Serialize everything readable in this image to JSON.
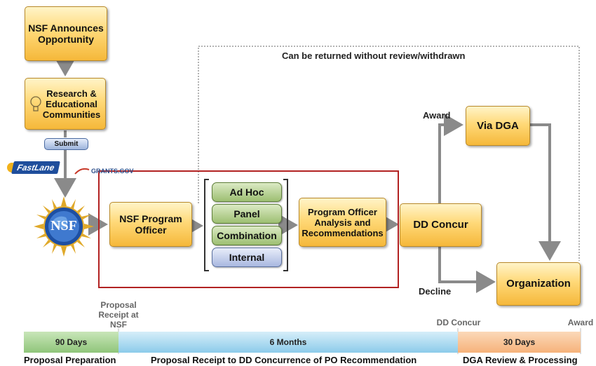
{
  "nodes": {
    "nsf_announces": "NSF Announces Opportunity",
    "research_communities": "Research & Educational Communities",
    "submit": "Submit",
    "fastlane": "FastLane",
    "grants_gov": "GRANTS.GOV",
    "nsf_logo_text": "NSF",
    "program_officer": "NSF Program Officer",
    "review_types": [
      "Ad Hoc",
      "Panel",
      "Combination",
      "Internal"
    ],
    "po_analysis": "Program Officer Analysis and Recommendations",
    "dd_concur": "DD Concur",
    "via_dga": "Via DGA",
    "organization": "Organization"
  },
  "labels": {
    "returned_note": "Can be returned without review/withdrawn",
    "award": "Award",
    "decline": "Decline",
    "proposal_receipt": "Proposal Receipt at NSF",
    "dd_concur_marker": "DD Concur",
    "award_marker": "Award"
  },
  "timeline": [
    {
      "duration": "90 Days",
      "caption": "Proposal Preparation",
      "color": "#8fc57a"
    },
    {
      "duration": "6 Months",
      "caption": "Proposal Receipt to DD Concurrence of PO Recommendation",
      "color": "#8ccbea"
    },
    {
      "duration": "30 Days",
      "caption": "DGA Review & Processing",
      "color": "#f6b27a"
    }
  ],
  "colors": {
    "highlight_border": "#b22222",
    "arrow": "#8a8a8a",
    "node_fill": "#ffd978"
  }
}
